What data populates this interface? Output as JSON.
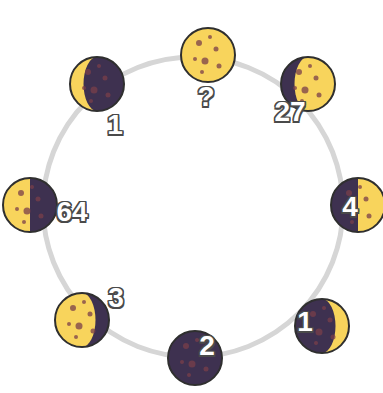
{
  "diagram": {
    "labels": [
      "?",
      "27",
      "4",
      "1",
      "2",
      "3",
      "64",
      "1"
    ]
  }
}
